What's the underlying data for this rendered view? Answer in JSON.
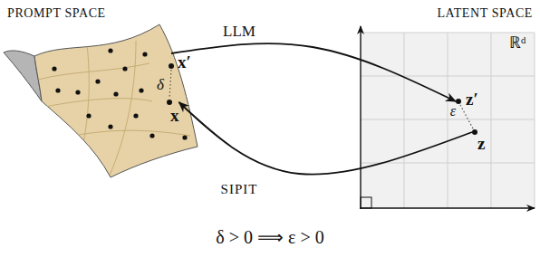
{
  "diagram": {
    "nodes": [
      {
        "text": [
          "PROMPT SPACE"
        ]
      },
      {
        "text": [
          "x′"
        ],
        "in": 0
      },
      {
        "text": [
          "x"
        ],
        "in": 0
      },
      {
        "text": [
          "LATENT SPACE",
          "ℝᵈ"
        ]
      },
      {
        "text": [
          "z′"
        ],
        "in": 3
      },
      {
        "text": [
          "z"
        ],
        "in": 3
      }
    ],
    "edges": [
      {
        "from": 1,
        "to": 4,
        "arrow": "to",
        "label": "LLM"
      },
      {
        "from": 5,
        "to": 2,
        "arrow": "to",
        "label": "SIPIT"
      }
    ],
    "labels": [
      "δ",
      "ε",
      "δ > 0 ⟹ ε > 0"
    ]
  }
}
